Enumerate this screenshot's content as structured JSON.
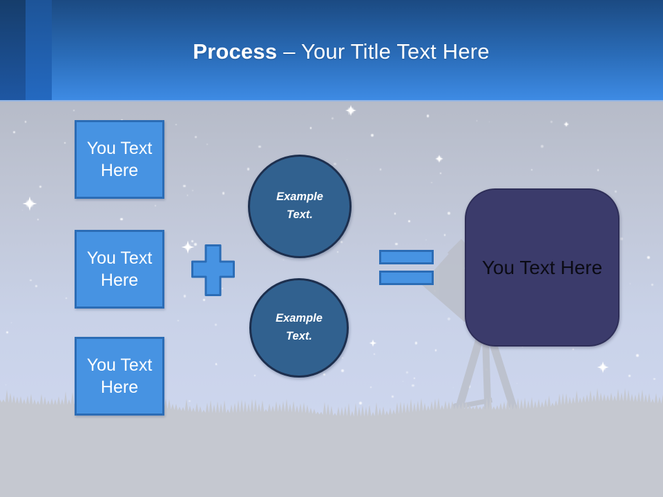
{
  "header": {
    "title_bold": "Process",
    "title_rest": "– Your Title Text Here"
  },
  "inputs": {
    "items": [
      {
        "label": "You Text Here"
      },
      {
        "label": "You Text Here"
      },
      {
        "label": "You Text Here"
      }
    ]
  },
  "examples": {
    "items": [
      {
        "label": "Example Text."
      },
      {
        "label": "Example Text."
      }
    ]
  },
  "result": {
    "label": "You Text Here"
  },
  "operators": {
    "plus_icon": "plus-shape",
    "equals_icon": "equals-shape"
  },
  "colors": {
    "accent_blue": "#4793e2",
    "accent_blue_border": "#2b6cb5",
    "circle_fill": "#31618f",
    "circle_border": "#1d2f4e",
    "result_fill": "#3b3b6b",
    "result_border": "#2e2e58",
    "header_top": "#1b4a82",
    "header_bottom": "#3e8be4",
    "silhouette_gray": "#bbbfc9",
    "grass_gray": "#c5c8d0",
    "star_color": "#ffffff"
  },
  "background": {
    "stars": {
      "count": 135,
      "seed": 42
    },
    "sparkles": [
      [
        508,
        160,
        16
      ],
      [
        272,
        358,
        19
      ],
      [
        43,
        295,
        21
      ],
      [
        873,
        532,
        17
      ],
      [
        636,
        230,
        12
      ],
      [
        766,
        288,
        10
      ],
      [
        540,
        497,
        11
      ],
      [
        150,
        210,
        9
      ],
      [
        120,
        555,
        9
      ],
      [
        820,
        180,
        8
      ]
    ]
  }
}
